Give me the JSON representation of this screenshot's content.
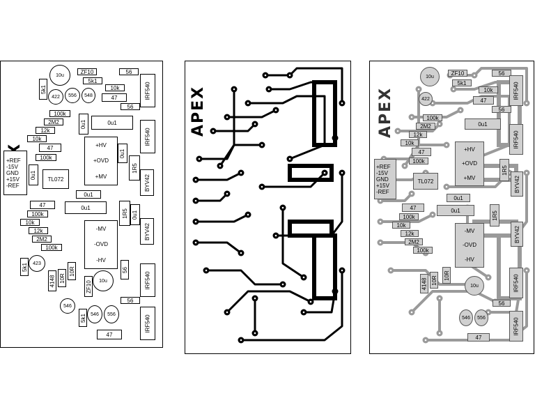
{
  "logo": "APEX",
  "connector": [
    "+REF",
    "-15V",
    "GND",
    "+15V",
    "-REF"
  ],
  "parts": {
    "r_10u": "10u",
    "zf10": "ZF10",
    "r56a": "56",
    "r5k1a": "5k1",
    "c422": "422",
    "c556a": "556",
    "c548a": "548",
    "r10k_a": "10k",
    "r47a": "47",
    "r56b": "56",
    "irf540": "IRF540",
    "r100k_a": "100k",
    "r2m2_a": "2M2",
    "r12k_a": "12k",
    "r10k_b": "10k",
    "r47b": "47",
    "r100k_b": "100k",
    "c0u1": "0u1",
    "hv_pos": "+HV",
    "ovd_pos": "+OVD",
    "mv_pos": "+MV",
    "tl072": "TL072",
    "r1r5": "1R5",
    "byv42": "BYV42",
    "r47c": "47",
    "r100k_c": "100k",
    "r10k_c": "10k",
    "r12k_c": "12k",
    "r2m2_c": "2M2",
    "r100k_d": "100k",
    "mv_neg": "-MV",
    "ovd_neg": "-OVD",
    "hv_neg": "-HV",
    "r56c": "56",
    "c423": "423",
    "d4148": "4148",
    "r10r_a": "10R",
    "r10r_b": "10R",
    "c546a": "546",
    "c546b": "546",
    "c556b": "556",
    "r47d": "47"
  }
}
